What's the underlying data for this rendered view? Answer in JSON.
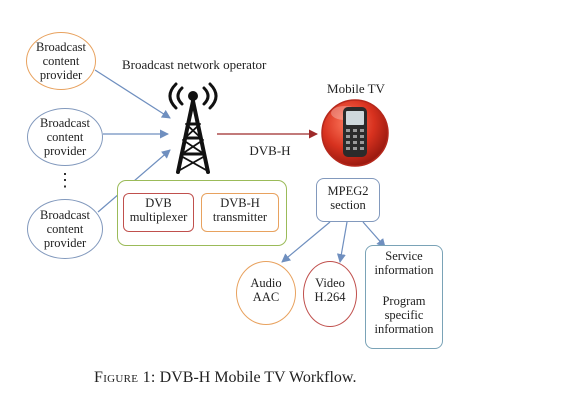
{
  "providers": [
    {
      "line1": "Broadcast",
      "line2": "content",
      "line3": "provider",
      "color": "#e8a25f"
    },
    {
      "line1": "Broadcast",
      "line2": "content",
      "line3": "provider",
      "color": "#8299bd"
    },
    {
      "line1": "Broadcast",
      "line2": "content",
      "line3": "provider",
      "color": "#8299bd"
    }
  ],
  "dots": "⋮",
  "operator_label": "Broadcast network operator",
  "mobile_tv_label": "Mobile TV",
  "link_label": "DVB-H",
  "multiplexer": {
    "line1": "DVB",
    "line2": "multiplexer"
  },
  "transmitter": {
    "line1": "DVB-H",
    "line2": "transmitter"
  },
  "mpeg": {
    "line1": "MPEG2",
    "line2": "section"
  },
  "audio": {
    "line1": "Audio",
    "line2": "AAC"
  },
  "video": {
    "line1": "Video",
    "line2": "H.264"
  },
  "service": {
    "line1": "Service",
    "line2": "information",
    "line3": "Program",
    "line4": "specific",
    "line5": "information"
  },
  "caption": {
    "figure": "Figure 1:",
    "text": " DVB-H Mobile TV Workflow."
  },
  "icons": {
    "tower": "broadcast-tower-icon",
    "phone": "mobile-phone-icon"
  },
  "colors": {
    "orange_outline": "#e8a25f",
    "blue_outline": "#8299bd",
    "green_outline": "#9bbb59",
    "red_outline": "#c0504d",
    "dark_red_arrow": "#9e2a2a",
    "teal_outline": "#7aa3b7",
    "phone_red": "#d23a2a"
  }
}
